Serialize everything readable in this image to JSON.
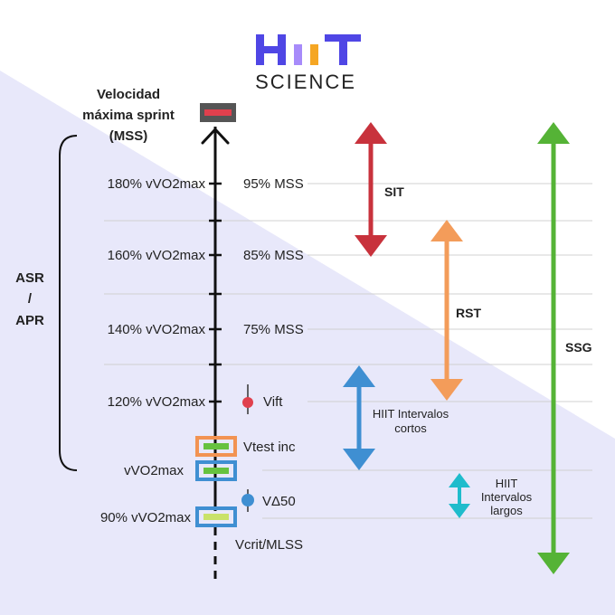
{
  "logo": {
    "word": "HIIT",
    "sub": "SCIENCE"
  },
  "top_label": {
    "line1": "Velocidad",
    "line2": "máxima sprint",
    "line3": "(MSS)"
  },
  "left_group": {
    "line1": "ASR",
    "line2": "/",
    "line3": "APR"
  },
  "levels": [
    {
      "left": "180% vVO2max",
      "right": "95% MSS"
    },
    {
      "left": "160% vVO2max",
      "right": "85% MSS"
    },
    {
      "left": "140% vVO2max",
      "right": "75% MSS"
    },
    {
      "left": "120% vVO2max",
      "right": "Vift"
    }
  ],
  "markers": {
    "vtest": "Vtest inc",
    "vvo2max": "vVO2max",
    "vdelta": "VΔ50",
    "v90": "90% vVO2max",
    "vcrit": "Vcrit/MLSS"
  },
  "arrows": {
    "sit": "SIT",
    "rst": "RST",
    "hiit_short_1": "HIIT Intervalos",
    "hiit_short_2": "cortos",
    "hiit_long_1": "HIIT",
    "hiit_long_2": "Intervalos",
    "hiit_long_3": "largos",
    "ssg": "SSG"
  },
  "colors": {
    "logo_h": "#4f46e5",
    "logo_i1": "#a78bfa",
    "logo_i2": "#f5a623",
    "logo_t": "#4f46e5",
    "sit": "#c8323c",
    "rst": "#f39c5a",
    "hiit_short": "#3f8fd2",
    "hiit_long": "#1fbccc",
    "ssg": "#55b336",
    "vift_dot": "#e0404d",
    "vdelta_dot": "#3f8fd2",
    "box_orange": "#f29352",
    "box_blue": "#3f8fd2",
    "fill_green": "#66c23f",
    "fill_lime": "#c9e26a",
    "mss_box": "#555555",
    "mss_fill": "#e0404d",
    "wedge": "#e8e8fa"
  }
}
